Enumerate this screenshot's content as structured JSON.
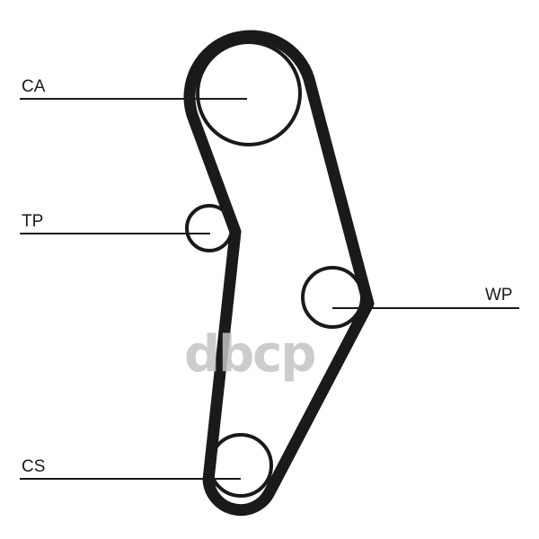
{
  "labels": {
    "ca": "CA",
    "tp": "TP",
    "wp": "WP",
    "cs": "CS"
  },
  "watermark": "dbcp",
  "colors": {
    "line": "#1a1a1a",
    "watermark": "#c4c4c4"
  }
}
